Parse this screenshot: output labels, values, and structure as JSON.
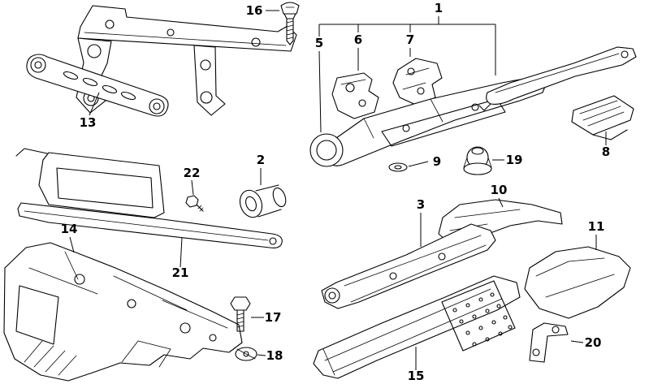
{
  "diagram": {
    "type": "exploded-parts-diagram",
    "background_color": "#ffffff",
    "line_color": "#000000",
    "labels": {
      "n1": "1",
      "n2": "2",
      "n3": "3",
      "n5": "5",
      "n6": "6",
      "n7": "7",
      "n8": "8",
      "n9": "9",
      "n10": "10",
      "n11": "11",
      "n13": "13",
      "n14": "14",
      "n15": "15",
      "n16": "16",
      "n17": "17",
      "n18": "18",
      "n19": "19",
      "n20": "20",
      "n21": "21",
      "n22": "22"
    }
  }
}
